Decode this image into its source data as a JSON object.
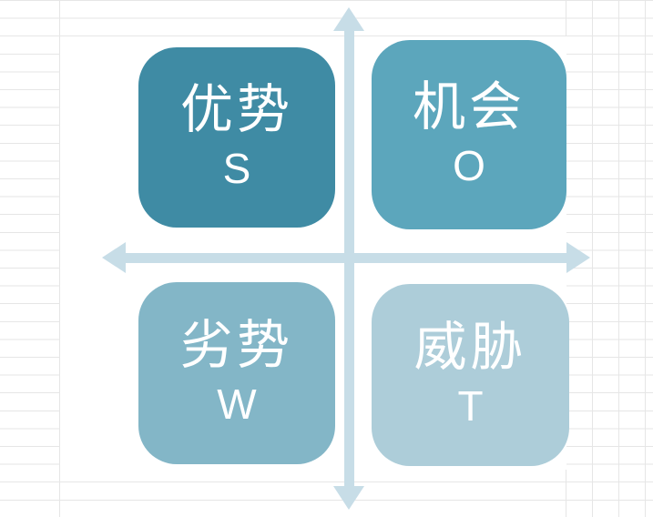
{
  "app": {
    "background_color": "#ffffff",
    "gridline_color": "#e6e6e6"
  },
  "diagram": {
    "type": "swot-matrix",
    "arrow_color": "#c7dde7",
    "axes": {
      "vertical_arrow": "double-headed",
      "horizontal_arrow": "double-headed"
    },
    "quadrants": [
      {
        "id": "strengths",
        "label_cn": "优势",
        "label_letter": "S",
        "color": "#3f8ba4"
      },
      {
        "id": "opportunities",
        "label_cn": "机会",
        "label_letter": "O",
        "color": "#5ca6bc"
      },
      {
        "id": "weaknesses",
        "label_cn": "劣势",
        "label_letter": "W",
        "color": "#83b6c7"
      },
      {
        "id": "threats",
        "label_cn": "威胁",
        "label_letter": "T",
        "color": "#adcdd9"
      }
    ]
  }
}
